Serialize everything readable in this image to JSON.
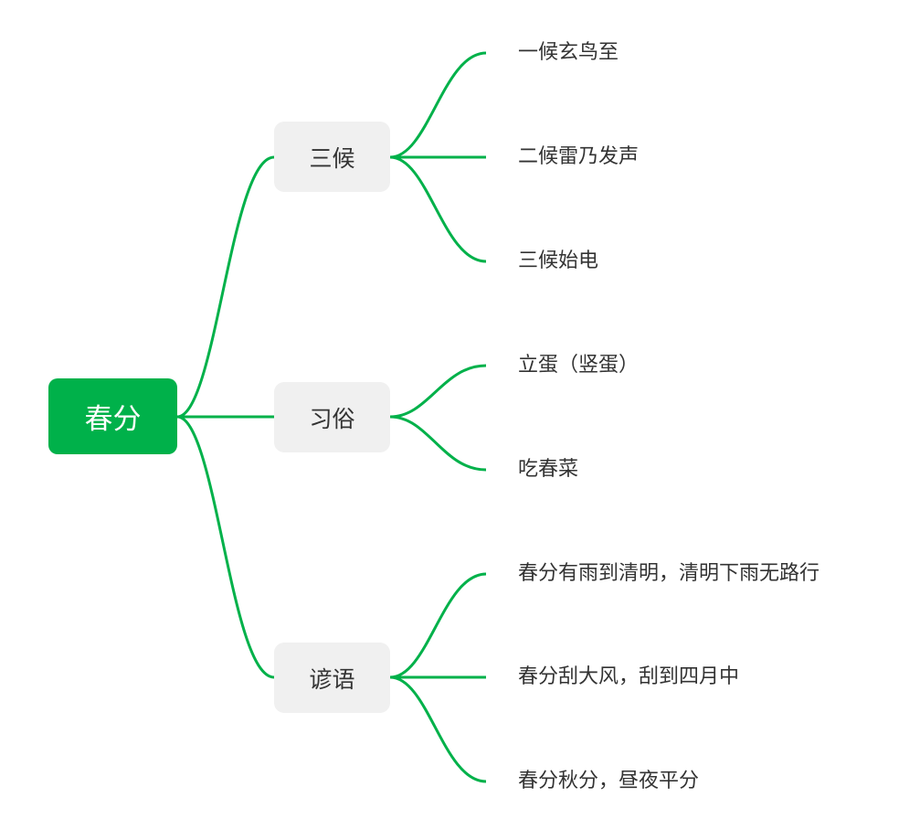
{
  "colors": {
    "accent": "#00b14a",
    "branch_bg": "#f0f0f0",
    "text": "#333333"
  },
  "root": {
    "label": "春分"
  },
  "branches": [
    {
      "label": "三候",
      "leaves": [
        "一候玄鸟至",
        "二候雷乃发声",
        "三候始电"
      ]
    },
    {
      "label": "习俗",
      "leaves": [
        "立蛋（竖蛋）",
        "吃春菜"
      ]
    },
    {
      "label": "谚语",
      "leaves": [
        "春分有雨到清明，清明下雨无路行",
        "春分刮大风，刮到四月中",
        "春分秋分，昼夜平分"
      ]
    }
  ]
}
